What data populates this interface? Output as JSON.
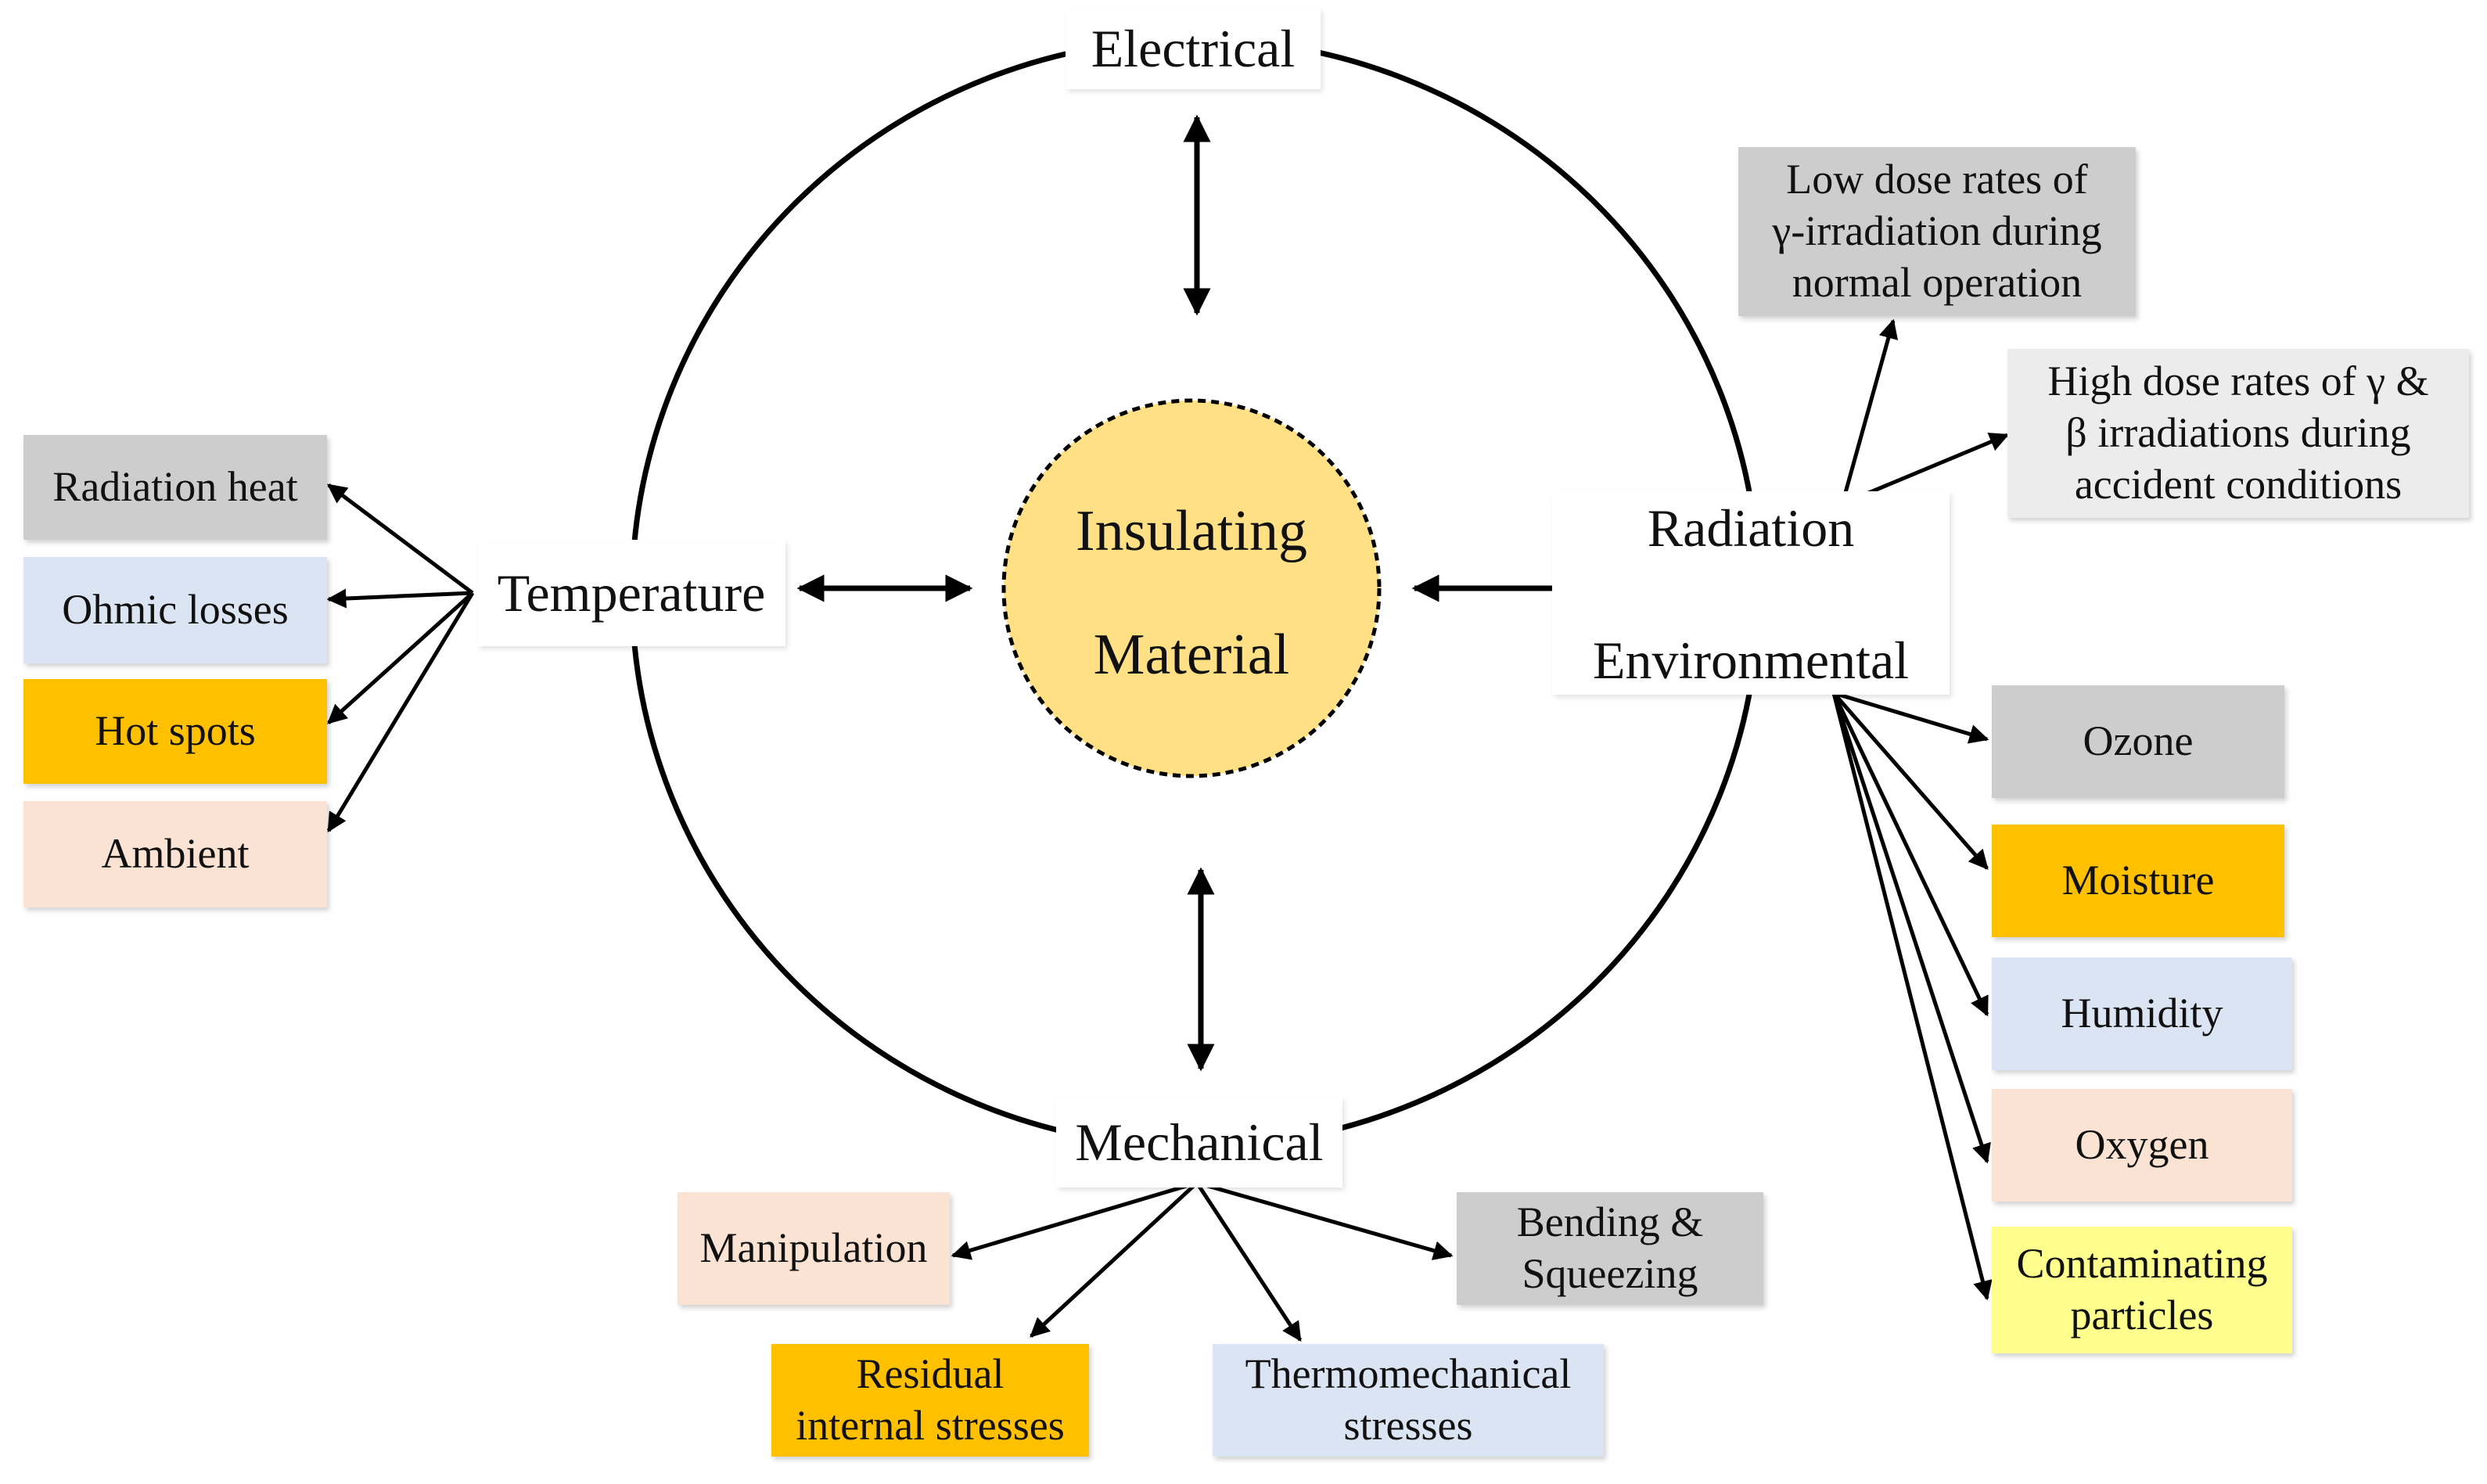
{
  "center": {
    "line1": "Insulating",
    "line2": "Material"
  },
  "factors": {
    "electrical": "Electrical",
    "temperature": "Temperature",
    "radiation": "Radiation",
    "environmental": "Environmental",
    "mechanical": "Mechanical"
  },
  "temperature_items": [
    {
      "label": "Radiation heat",
      "color": "#cdcdcd"
    },
    {
      "label": "Ohmic losses",
      "color": "#dbe4f2"
    },
    {
      "label": "Hot spots",
      "color": "#ffc000"
    },
    {
      "label": "Ambient",
      "color": "#fbe3d4"
    }
  ],
  "radiation_items": [
    {
      "lines": [
        "Low dose rates of",
        "γ-irradiation during",
        "normal operation"
      ],
      "color": "#cdcdcd"
    },
    {
      "lines": [
        "High dose rates of γ &",
        "β irradiations during",
        "accident conditions"
      ],
      "color": "#ececec"
    }
  ],
  "environmental_items": [
    {
      "lines": [
        "Ozone"
      ],
      "color": "#cdcdcd"
    },
    {
      "lines": [
        "Moisture"
      ],
      "color": "#ffc000"
    },
    {
      "lines": [
        "Humidity"
      ],
      "color": "#dbe4f2"
    },
    {
      "lines": [
        "Oxygen"
      ],
      "color": "#fbe3d4"
    },
    {
      "lines": [
        "Contaminating",
        "particles"
      ],
      "color": "#ffff8e"
    }
  ],
  "mechanical_items": [
    {
      "lines": [
        "Manipulation"
      ],
      "color": "#fbe3d4"
    },
    {
      "lines": [
        "Residual",
        "internal stresses"
      ],
      "color": "#ffc000"
    },
    {
      "lines": [
        "Thermomechanical",
        "stresses"
      ],
      "color": "#dbe4f2"
    },
    {
      "lines": [
        "Bending &",
        "Squeezing"
      ],
      "color": "#cdcdcd"
    }
  ]
}
